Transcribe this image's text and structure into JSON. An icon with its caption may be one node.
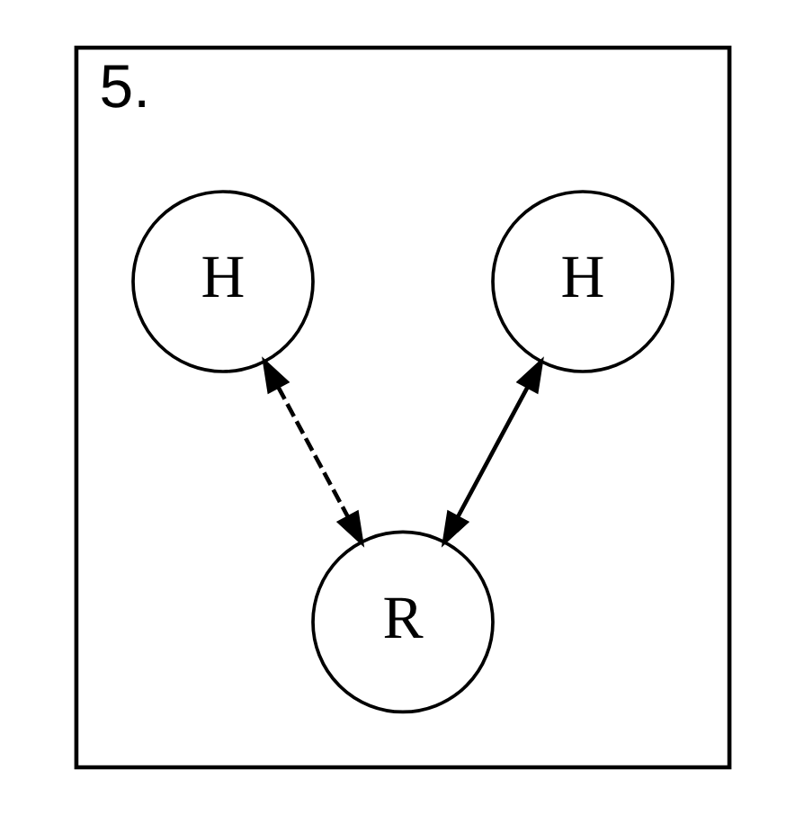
{
  "diagram": {
    "nodes": [
      {
        "text": [
          "5."
        ]
      },
      {
        "text": [
          "H"
        ],
        "in": 0
      },
      {
        "text": [
          "H"
        ],
        "in": 0
      },
      {
        "text": [
          "R"
        ],
        "in": 0
      }
    ],
    "edges": [
      {
        "from": 1,
        "to": 3,
        "arrow": "both"
      },
      {
        "from": 2,
        "to": 3,
        "arrow": "both",
        "style": "dashed"
      }
    ]
  }
}
